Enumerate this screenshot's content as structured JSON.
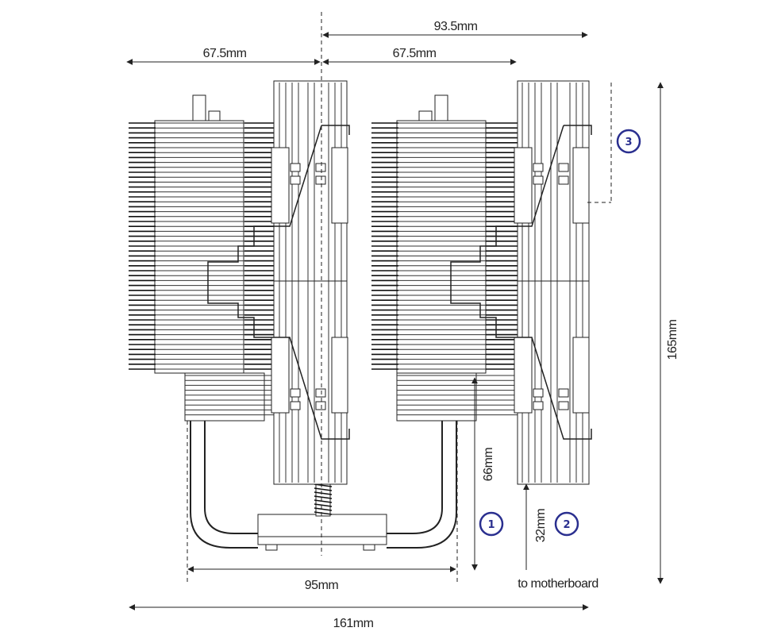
{
  "dimensions": {
    "top_offset": "93.5mm",
    "left_width": "67.5mm",
    "right_width": "67.5mm",
    "total_height": "165mm",
    "clearance_height": "66mm",
    "fan_clearance": "32mm",
    "base_width": "95mm",
    "total_width": "161mm",
    "to_motherboard": "to motherboard"
  },
  "badges": {
    "badge_1": "1",
    "badge_2": "2",
    "badge_3": "3"
  },
  "colors": {
    "line": "#222222",
    "badge": "#2a2f8f"
  }
}
